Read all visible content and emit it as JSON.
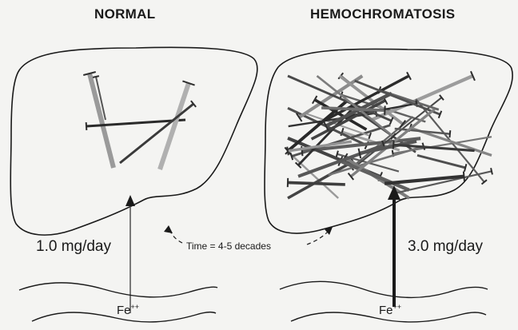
{
  "panels": {
    "normal": {
      "title": "NORMAL",
      "intake": "1.0 mg/day",
      "ion": "Fe",
      "ion_charge": "++"
    },
    "hemochromatosis": {
      "title": "HEMOCHROMATOSIS",
      "intake": "3.0 mg/day",
      "ion": "Fe",
      "ion_charge": "++"
    }
  },
  "time_label": "Time = 4-5 decades",
  "colors": {
    "ink": "#1a1a1a",
    "paper": "#f4f4f2",
    "nail": "#3a3a3a"
  }
}
